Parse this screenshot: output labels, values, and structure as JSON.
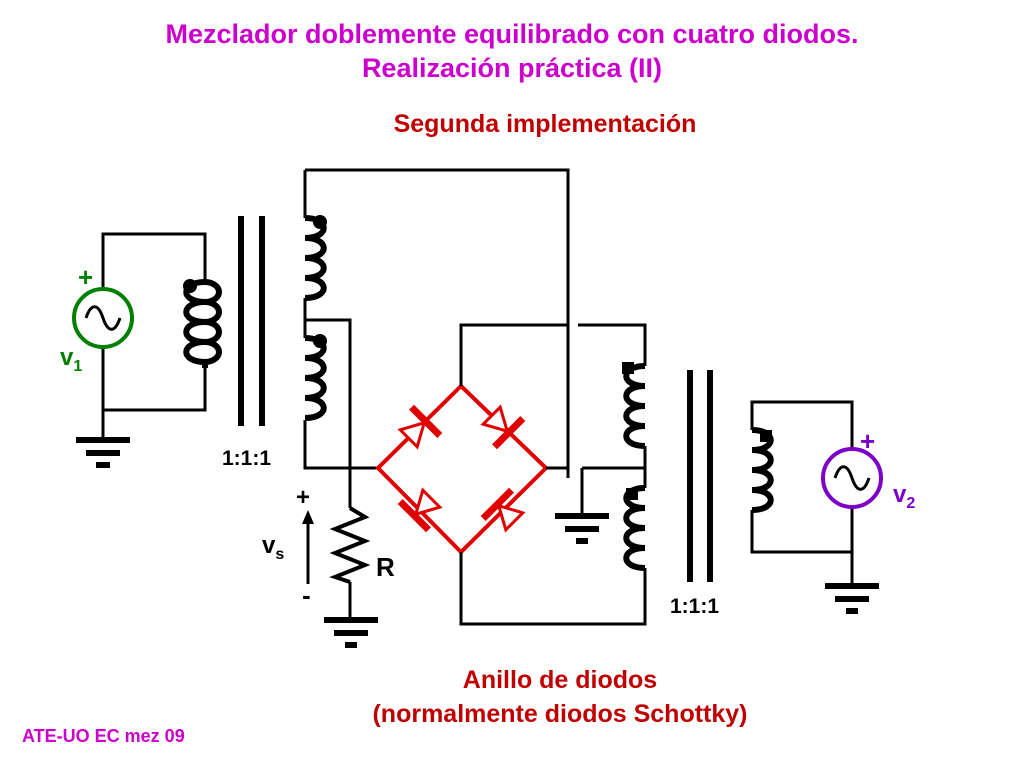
{
  "title": {
    "line1": "Mezclador doblemente equilibrado con cuatro diodos.",
    "line2": "Realización práctica (II)"
  },
  "subtitle": "Segunda implementación",
  "labels": {
    "v1_plus": "+",
    "v1_main": "v",
    "v1_sub": "1",
    "v2_plus": "+",
    "v2_main": "v",
    "v2_sub": "2",
    "vs_plus": "+",
    "vs_minus": "-",
    "vs_main": "v",
    "vs_sub": "s",
    "resistor": "R",
    "ratio_left": "1:1:1",
    "ratio_right": "1:1:1"
  },
  "caption": {
    "line1": "Anillo de diodos",
    "line2": "(normalmente diodos Schottky)"
  },
  "footer": "ATE-UO EC mez 09",
  "colors": {
    "title": "#cc00cc",
    "subtitle": "#c00000",
    "source_left": "#008000",
    "source_right": "#7d00c8",
    "diodes": "#e00000",
    "wires": "#000000"
  }
}
